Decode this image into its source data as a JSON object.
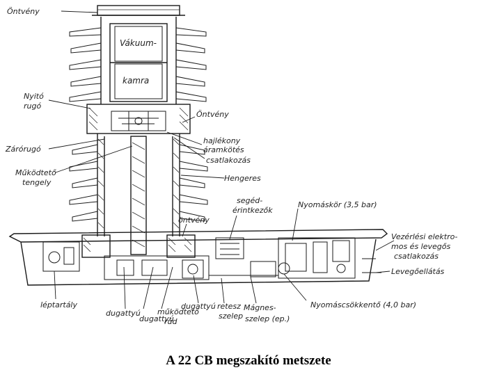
{
  "labels": {
    "ontveny_top": "Öntvény",
    "vakuum": "Vákuum-",
    "kamra": "kamra",
    "nyito_rugo_1": "Nyitó",
    "nyito_rugo_2": "rugó",
    "ontveny_mid": "Öntvény",
    "hajlekony_1": "hajlékony",
    "hajlekony_2": "áramkötés",
    "hajlekony_3": "csatlakozás",
    "zarorugo": "Zárórugó",
    "mukodteto_1": "Működtető",
    "mukodteto_2": "tengely",
    "hengeres": "Hengeres",
    "segedkapcsolo_1": "segéd-",
    "segedkapcsolo_2": "érintkezők",
    "nyomaskor": "Nyomáskör (3,5 bar)",
    "ontveny_low": "öntvény",
    "vezerlo_1": "Vezérlési elektro-",
    "vezerlo_2": "mos és levegős",
    "vezerlo_3": "csatlakozás",
    "levegoellatas": "Levegőellátás",
    "leptartaly": "léptartály",
    "dugattyu_1": "dugattyú",
    "dugattyu_2": "dugattyú",
    "mukodteto_rud_1": "működtető",
    "mukodteto_rud_2": "rúd",
    "dugattyu_3": "dugattyú",
    "rete_1": "retesz",
    "rete_2": "szelep",
    "magnes_1": "Mágnes-",
    "magnes_2": "szelep (ep.)",
    "nyomascsokkento": "Nyomáscsökkentő (4,0 bar)"
  },
  "caption": "A 22 CB megszakító metszete"
}
